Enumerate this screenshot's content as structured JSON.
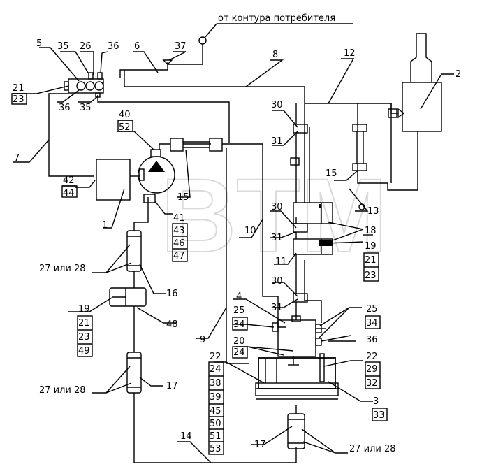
{
  "header_text": "от контура потребителя",
  "watermark": "BTM",
  "callouts": {
    "c5": "5",
    "c35a": "35",
    "c26": "26",
    "c36a": "36",
    "c6": "6",
    "c37": "37",
    "c8": "8",
    "c12": "12",
    "c2": "2",
    "c21a": "21",
    "c23a": "23",
    "c36b": "36",
    "c35b": "35",
    "c7": "7",
    "c40": "40",
    "c52": "52",
    "c30a": "30",
    "c31a": "31",
    "c15a": "15",
    "c15b": "15",
    "c42": "42",
    "c44": "44",
    "c1": "1",
    "c13": "13",
    "c30b": "30",
    "c31b": "31",
    "c18": "18",
    "c19a": "19",
    "c41": "41",
    "c43": "43",
    "c46": "46",
    "c47": "47",
    "c10": "10",
    "c11": "11",
    "c21b": "21",
    "c23b": "23",
    "c27a": "27 или 28",
    "c16": "16",
    "c30c": "30",
    "c31c": "31",
    "c19b": "19",
    "c21c": "21",
    "c23c": "23",
    "c49": "49",
    "c48": "48",
    "c4": "4",
    "c25a": "25",
    "c34a": "34",
    "c25b": "25",
    "c34b": "34",
    "c9": "9",
    "c20": "20",
    "c24a": "24",
    "c36c": "36",
    "c22a": "22",
    "c24b": "24",
    "c38": "38",
    "c39": "39",
    "c45": "45",
    "c50": "50",
    "c51": "51",
    "c53": "53",
    "c22b": "22",
    "c29": "29",
    "c32": "32",
    "c3": "3",
    "c33": "33",
    "c27b": "27 или 28",
    "c17a": "17",
    "c14": "14",
    "c17b": "17",
    "c27c": "27 или 28"
  }
}
